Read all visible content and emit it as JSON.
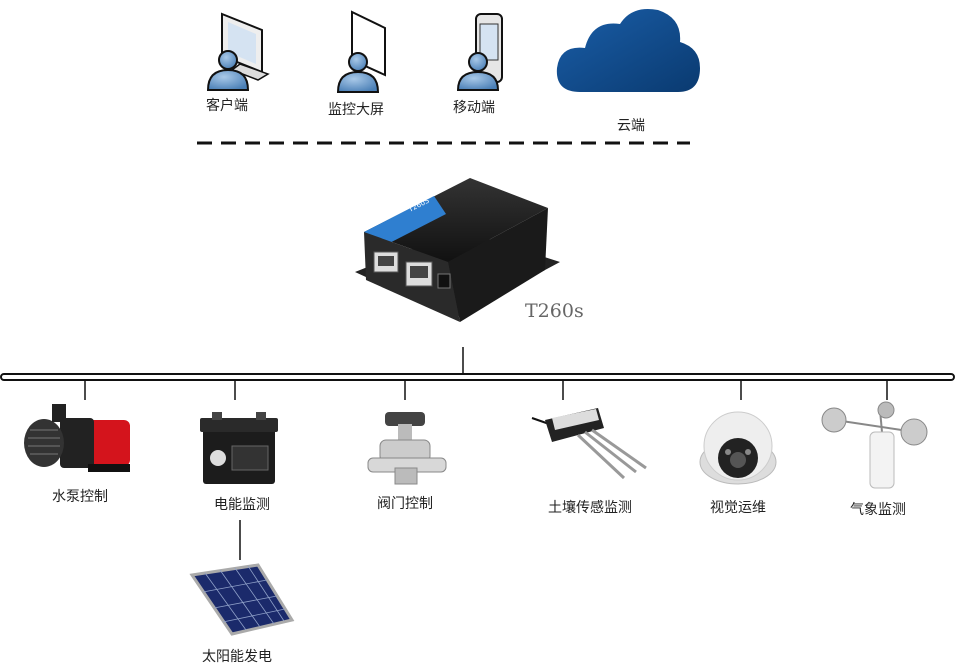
{
  "top_nodes": [
    {
      "label": "客户端",
      "icon": "user-monitor-icon"
    },
    {
      "label": "监控大屏",
      "icon": "user-screen-icon"
    },
    {
      "label": "移动端",
      "icon": "user-mobile-icon"
    },
    {
      "label": "云端",
      "icon": "cloud-icon"
    }
  ],
  "gateway": {
    "model": "T260s",
    "device_text": "T260S"
  },
  "devices": [
    {
      "label": "水泵控制",
      "icon": "water-pump-icon"
    },
    {
      "label": "电能监测",
      "icon": "battery-icon"
    },
    {
      "label": "阀门控制",
      "icon": "valve-icon"
    },
    {
      "label": "土壤传感监测",
      "icon": "soil-sensor-icon"
    },
    {
      "label": "视觉运维",
      "icon": "camera-icon"
    },
    {
      "label": "气象监测",
      "icon": "anemometer-icon"
    }
  ],
  "solar": {
    "label": "太阳能发电",
    "icon": "solar-panel-icon"
  },
  "colors": {
    "user_blue": "#5b8fc4",
    "cloud_blue": "#0e4a8a",
    "router_blue": "#2f7fd0",
    "pump_red": "#d4141c"
  }
}
